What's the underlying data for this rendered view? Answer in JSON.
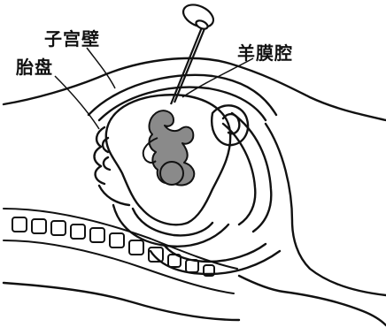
{
  "labels": {
    "uterine_wall": "子宫壁",
    "placenta": "胎盘",
    "amniotic_cavity": "羊膜腔"
  },
  "colors": {
    "ink": "#111111",
    "fetus_fill": "#8a8a8a",
    "background": "#ffffff"
  },
  "icons": {
    "needle": "syringe-needle-icon"
  }
}
